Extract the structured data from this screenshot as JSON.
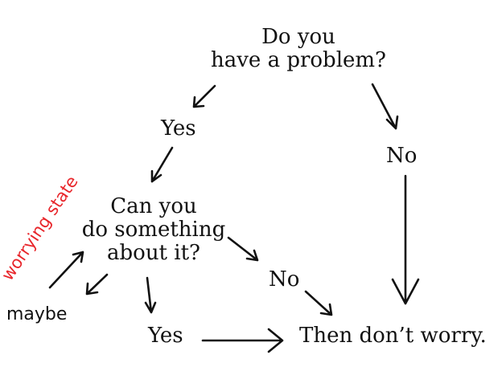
{
  "nodes": {
    "question_problem": [
      "Do you",
      "have a problem?"
    ],
    "yes_top": "Yes",
    "no_right": "No",
    "question_action": [
      "Can you",
      "do something",
      "about it?"
    ],
    "no_mid": "No",
    "yes_bottom": "Yes",
    "outcome": "Then don’t worry.",
    "maybe": "maybe",
    "worrying_state": "worrying state"
  },
  "colors": {
    "ink": "#111111",
    "annotation": "#e8262b",
    "background": "#ffffff"
  }
}
